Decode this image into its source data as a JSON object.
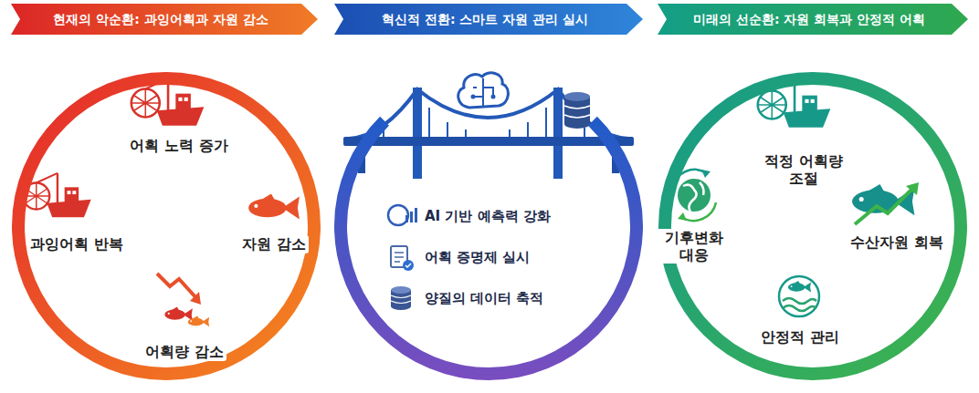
{
  "diagram": {
    "nodes": [
      {
        "text": [
          "현재의 악순환: 과잉어획과 자원 감소"
        ]
      },
      {
        "text": [
          "어획 노력 증가",
          "과잉어획 반복",
          "자원 감소",
          "어획량 감소"
        ]
      },
      {
        "text": [
          "혁신적 전환: 스마트 자원 관리 실시"
        ]
      },
      {
        "text": [
          "AI 기반 예측력 강화",
          "어획 증명제 실시",
          "양질의 데이터 축적"
        ]
      },
      {
        "text": [
          "미래의 선순환: 자원 회복과 안정적 어획"
        ]
      },
      {
        "text": [
          "적정 어획량 조절",
          "기후변화 대응",
          "수산자원 회복",
          "안정적 관리"
        ]
      }
    ]
  }
}
